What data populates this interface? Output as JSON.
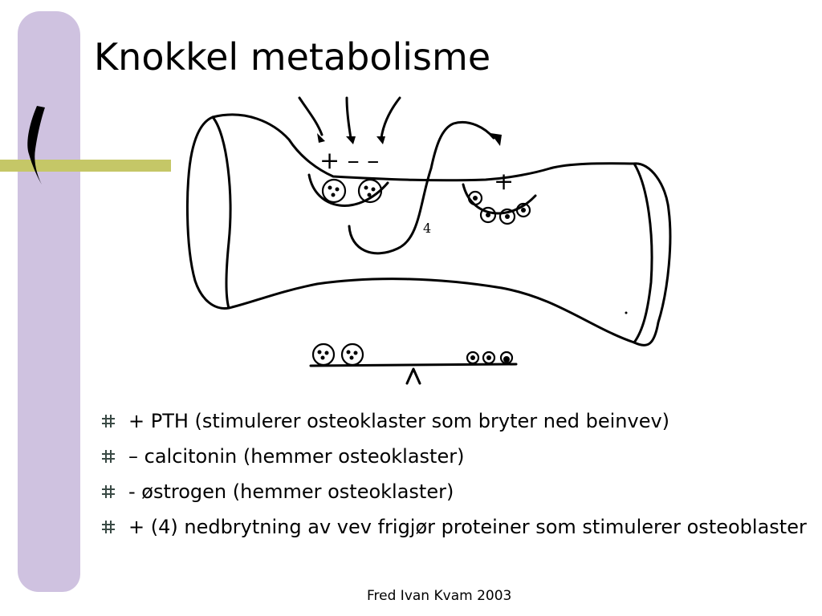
{
  "slide": {
    "title": "Knokkel metabolisme",
    "footer": "Fred Ivan Kvam 2003"
  },
  "diagram": {
    "left_signs": "+ – –",
    "right_sign": "+",
    "number_label": "4"
  },
  "bullets": [
    {
      "text": "+ PTH (stimulerer osteoklaster som bryter ned beinvev)"
    },
    {
      "text": "– calcitonin (hemmer osteoklaster)"
    },
    {
      "text": "- østrogen (hemmer osteoklaster)"
    },
    {
      "text": "+ (4) nedbrytning av vev frigjør proteiner som stimulerer osteoblaster"
    }
  ],
  "colors": {
    "sidebar": "#cfc2e0",
    "accent": "#c5c767",
    "bullet": "#3a4a45"
  }
}
